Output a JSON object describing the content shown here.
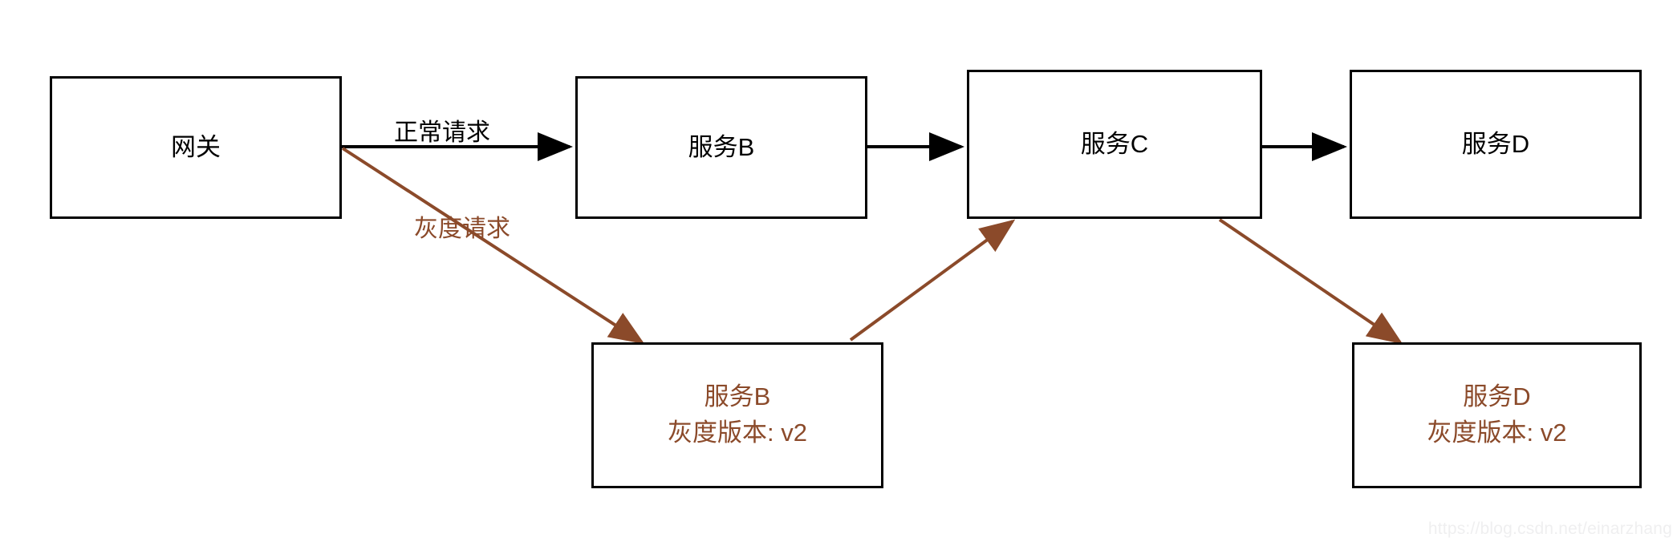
{
  "diagram": {
    "title": "Gray release (canary) routing diagram",
    "colors": {
      "normal_stroke": "#000000",
      "gray_stroke": "#8b4a2a",
      "background": "#ffffff",
      "watermark": "#efeff0"
    },
    "nodes": [
      {
        "id": "gateway",
        "label": "网关",
        "sublabel": "",
        "variant": "normal"
      },
      {
        "id": "service-b",
        "label": "服务B",
        "sublabel": "",
        "variant": "normal"
      },
      {
        "id": "service-c",
        "label": "服务C",
        "sublabel": "",
        "variant": "normal"
      },
      {
        "id": "service-d",
        "label": "服务D",
        "sublabel": "",
        "variant": "normal"
      },
      {
        "id": "service-b-gray",
        "label": "服务B",
        "sublabel": "灰度版本: v2",
        "variant": "gray"
      },
      {
        "id": "service-d-gray",
        "label": "服务D",
        "sublabel": "灰度版本: v2",
        "variant": "gray"
      }
    ],
    "edges": [
      {
        "id": "gateway-to-service-b",
        "label": "正常请求",
        "variant": "normal"
      },
      {
        "id": "service-b-to-service-c",
        "label": "",
        "variant": "normal"
      },
      {
        "id": "service-c-to-service-d",
        "label": "",
        "variant": "normal"
      },
      {
        "id": "gateway-to-service-b-gray",
        "label": "灰度请求",
        "variant": "gray"
      },
      {
        "id": "service-b-gray-to-service-c",
        "label": "",
        "variant": "gray"
      },
      {
        "id": "service-c-to-service-d-gray",
        "label": "",
        "variant": "gray"
      }
    ]
  },
  "watermark": {
    "text": "https://blog.csdn.net/einarzhang"
  }
}
